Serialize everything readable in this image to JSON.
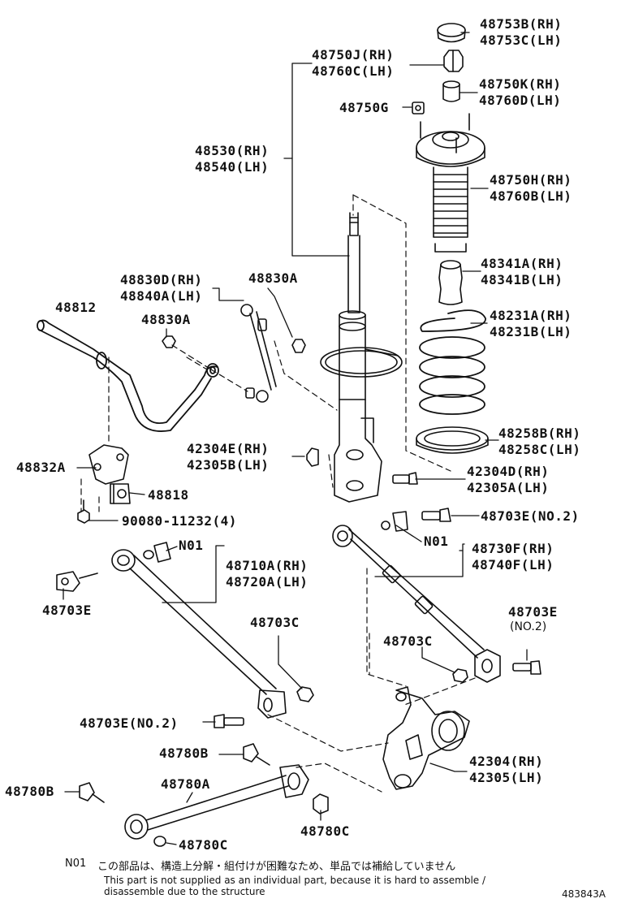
{
  "parts": {
    "p48753": [
      "48753B(RH)",
      "48753C(LH)"
    ],
    "p48750j": [
      "48750J(RH)",
      "48760C(LH)"
    ],
    "p48750k": [
      "48750K(RH)",
      "48760D(LH)"
    ],
    "p48750g": "48750G",
    "p48530": [
      "48530(RH)",
      "48540(LH)"
    ],
    "p48750h": [
      "48750H(RH)",
      "48760B(LH)"
    ],
    "p48341": [
      "48341A(RH)",
      "48341B(LH)"
    ],
    "p48830d": [
      "48830D(RH)",
      "48840A(LH)"
    ],
    "p48830a_top": "48830A",
    "p48812": "48812",
    "p48830a_left": "48830A",
    "p48231": [
      "48231A(RH)",
      "48231B(LH)"
    ],
    "p48258": [
      "48258B(RH)",
      "48258C(LH)"
    ],
    "p42304e": [
      "42304E(RH)",
      "42305B(LH)"
    ],
    "p48832a": "48832A",
    "p42304d": [
      "42304D(RH)",
      "42305A(LH)"
    ],
    "p48818": "48818",
    "p90080": "90080-11232(4)",
    "p48703e_no2_top": "48703E(NO.2)",
    "n01_left": "N01",
    "n01_right": "N01",
    "p48730f": [
      "48730F(RH)",
      "48740F(LH)"
    ],
    "p48710a": [
      "48710A(RH)",
      "48720A(LH)"
    ],
    "p48703e_left": "48703E",
    "p48703e_right": "48703E",
    "p48703e_right_no2": "(NO.2)",
    "p48703c_mid": "48703C",
    "p48703c_right": "48703C",
    "p48703e_no2_bottom": "48703E(NO.2)",
    "p48780b_mid": "48780B",
    "p42304": [
      "42304(RH)",
      "42305(LH)"
    ],
    "p48780a": "48780A",
    "p48780b_left": "48780B",
    "p48780c_left": "48780C",
    "p48780c_right": "48780C"
  },
  "footnote": {
    "code": "N01",
    "japanese": "この部品は、構造上分解・組付けが困難なため、単品では補給していません",
    "english_line1": "This part is not supplied as an individual part, because it is hard to assemble /",
    "english_line2": "disassemble due to the structure"
  },
  "drawing_number": "483843A"
}
